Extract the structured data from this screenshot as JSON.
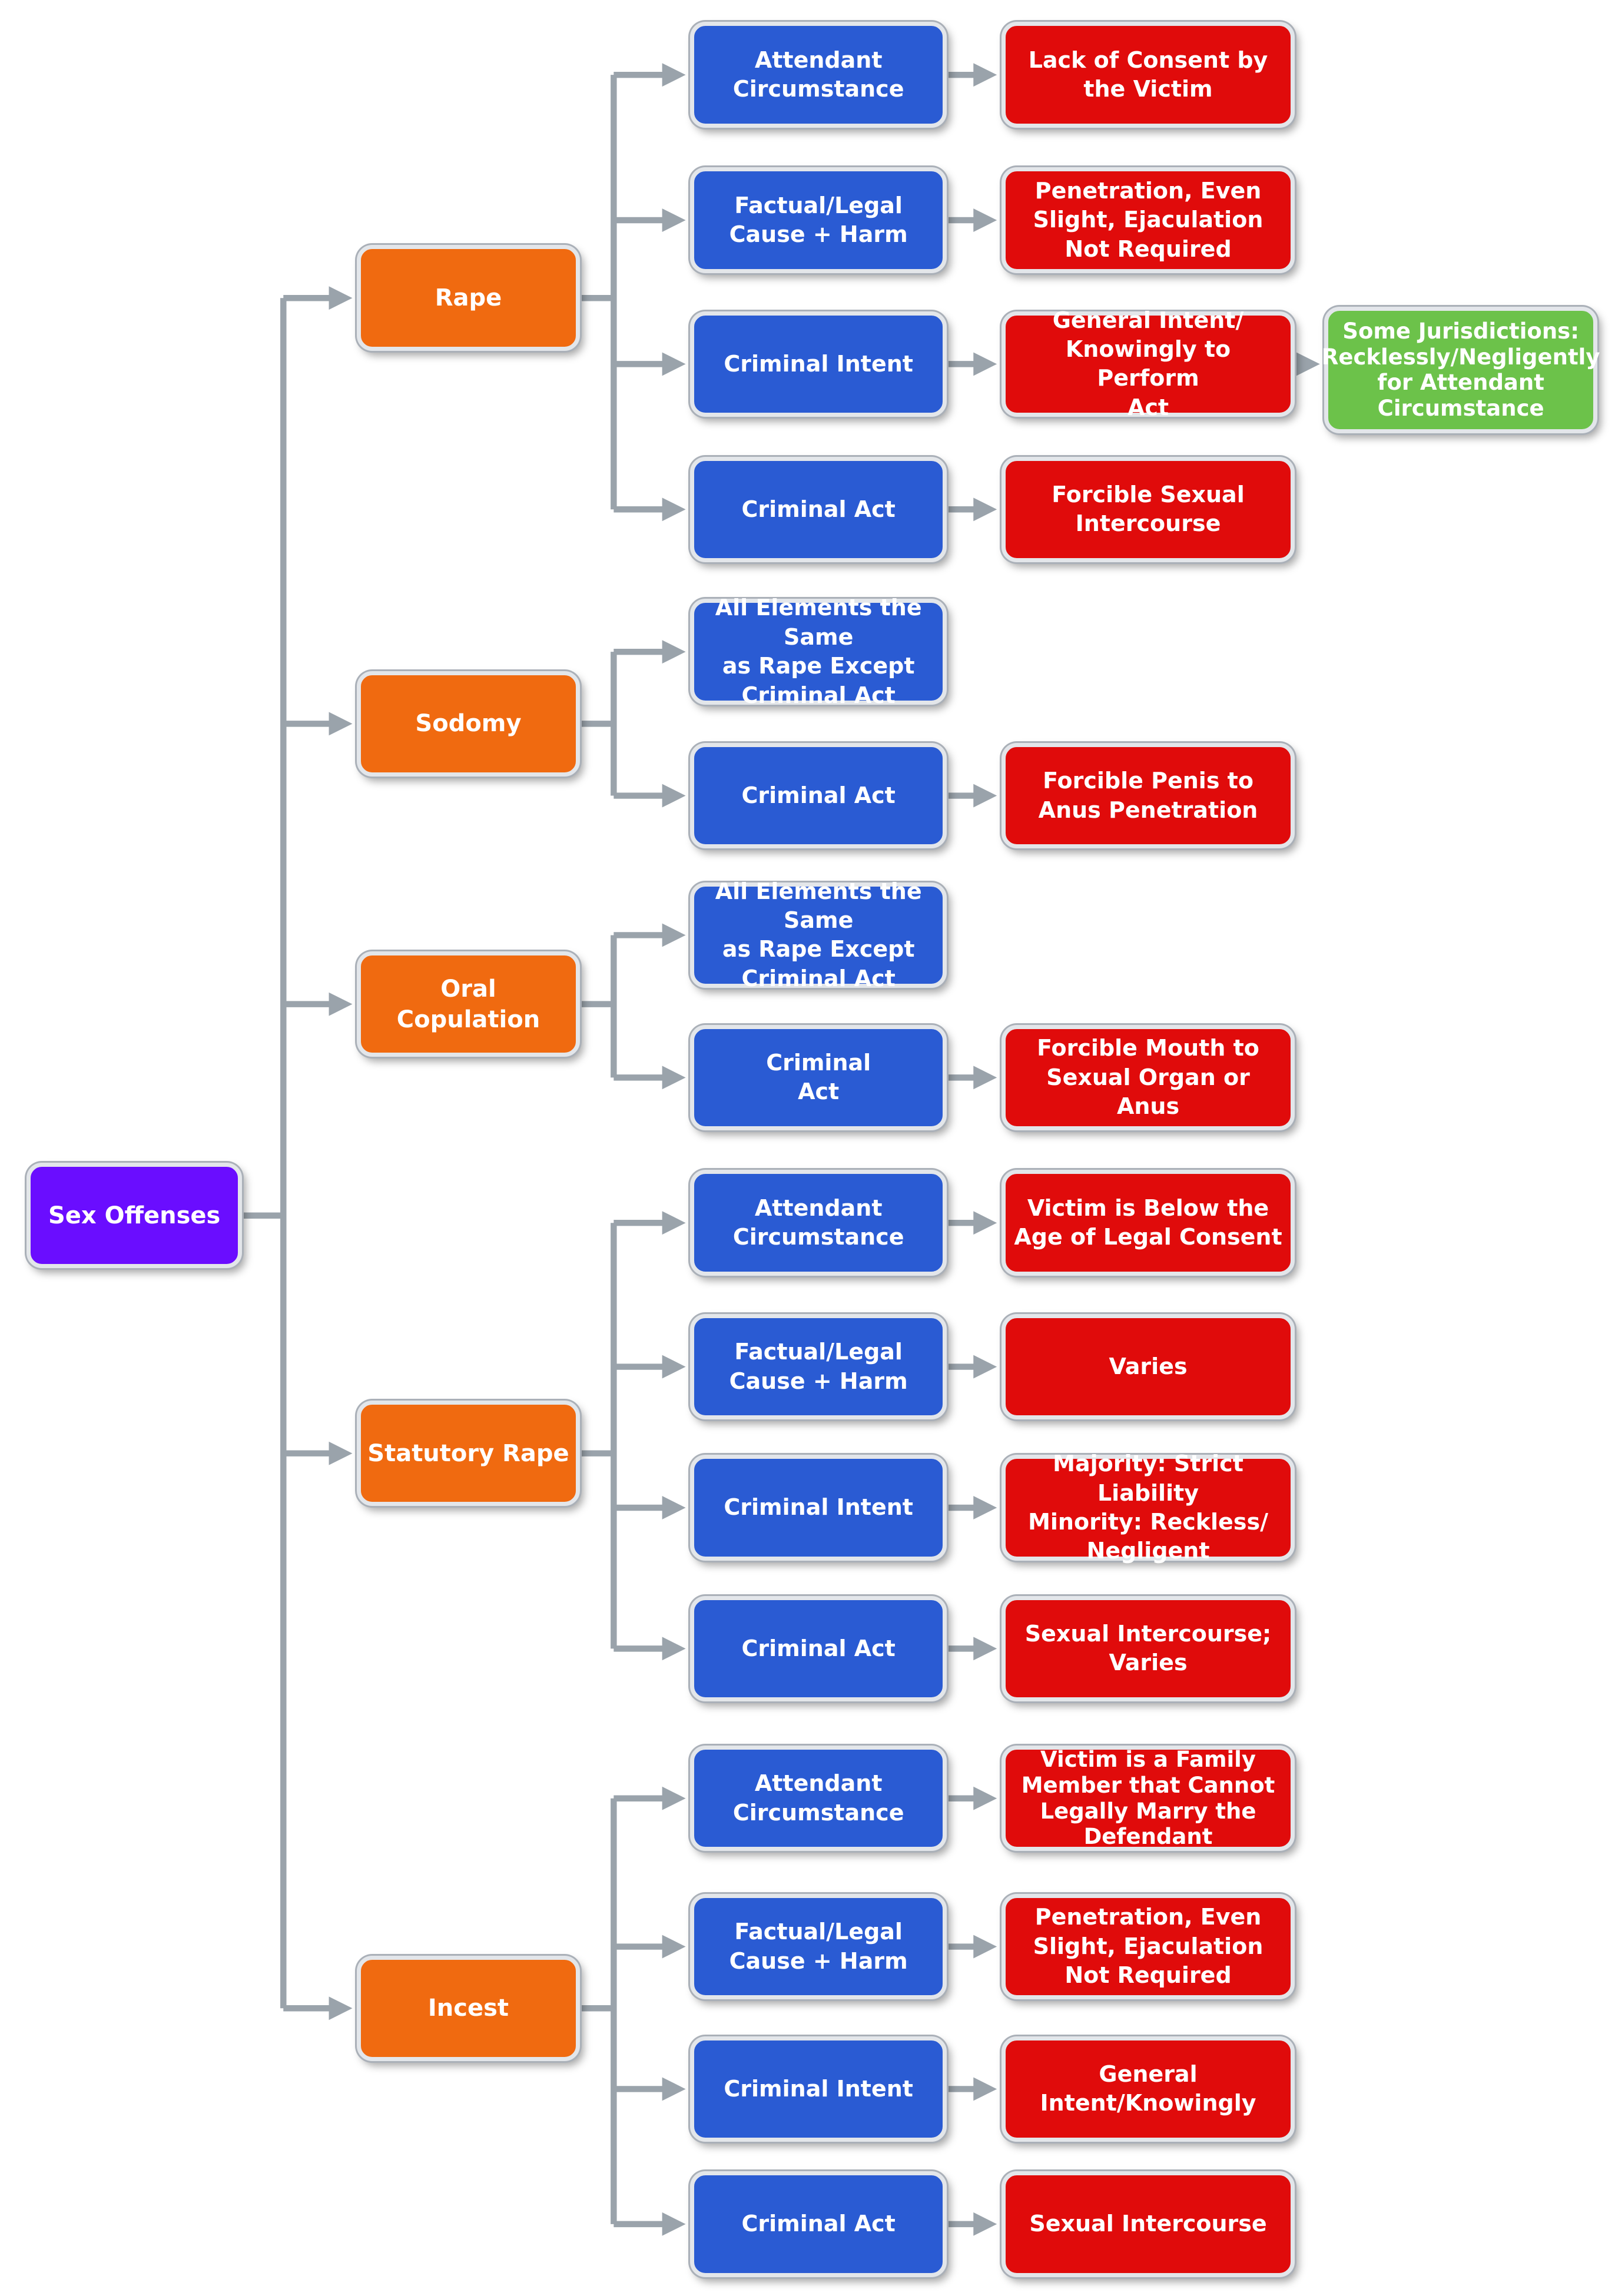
{
  "colors": {
    "root": "#6a0dff",
    "offense": "#f06a10",
    "element": "#2a5bd3",
    "detail": "#e00b0b",
    "note": "#6cc24a",
    "connector": "#9aa3ab"
  },
  "root": {
    "label": "Sex Offenses"
  },
  "offenses": [
    {
      "label": "Rape",
      "elements": [
        {
          "label": "Attendant\nCircumstance",
          "detail": "Lack of Consent by\nthe Victim"
        },
        {
          "label": "Factual/Legal\nCause + Harm",
          "detail": "Penetration, Even\nSlight, Ejaculation\nNot Required"
        },
        {
          "label": "Criminal Intent",
          "detail": "General Intent/\nKnowingly to Perform\nAct",
          "note": "Some Jurisdictions:\nRecklessly/Negligently\nfor Attendant\nCircumstance"
        },
        {
          "label": "Criminal Act",
          "detail": "Forcible Sexual\nIntercourse"
        }
      ]
    },
    {
      "label": "Sodomy",
      "elements": [
        {
          "label": "All Elements the Same\nas Rape Except\nCriminal Act"
        },
        {
          "label": "Criminal Act",
          "detail": "Forcible Penis to\nAnus Penetration"
        }
      ]
    },
    {
      "label": "Oral Copulation",
      "elements": [
        {
          "label": "All Elements the Same\nas Rape Except\nCriminal Act"
        },
        {
          "label": "Criminal\nAct",
          "detail": "Forcible Mouth to\nSexual Organ or Anus"
        }
      ]
    },
    {
      "label": "Statutory Rape",
      "elements": [
        {
          "label": "Attendant\nCircumstance",
          "detail": "Victim is Below the\nAge of Legal Consent"
        },
        {
          "label": "Factual/Legal\nCause + Harm",
          "detail": "Varies"
        },
        {
          "label": "Criminal Intent",
          "detail": "Majority: Strict Liability\nMinority: Reckless/\nNegligent"
        },
        {
          "label": "Criminal Act",
          "detail": "Sexual Intercourse;\nVaries"
        }
      ]
    },
    {
      "label": "Incest",
      "elements": [
        {
          "label": "Attendant\nCircumstance",
          "detail": "Victim is a Family\nMember that Cannot\nLegally Marry the\nDefendant"
        },
        {
          "label": "Factual/Legal\nCause + Harm",
          "detail": "Penetration, Even\nSlight, Ejaculation\nNot Required"
        },
        {
          "label": "Criminal Intent",
          "detail": "General\nIntent/Knowingly"
        },
        {
          "label": "Criminal Act",
          "detail": "Sexual Intercourse"
        }
      ]
    }
  ]
}
